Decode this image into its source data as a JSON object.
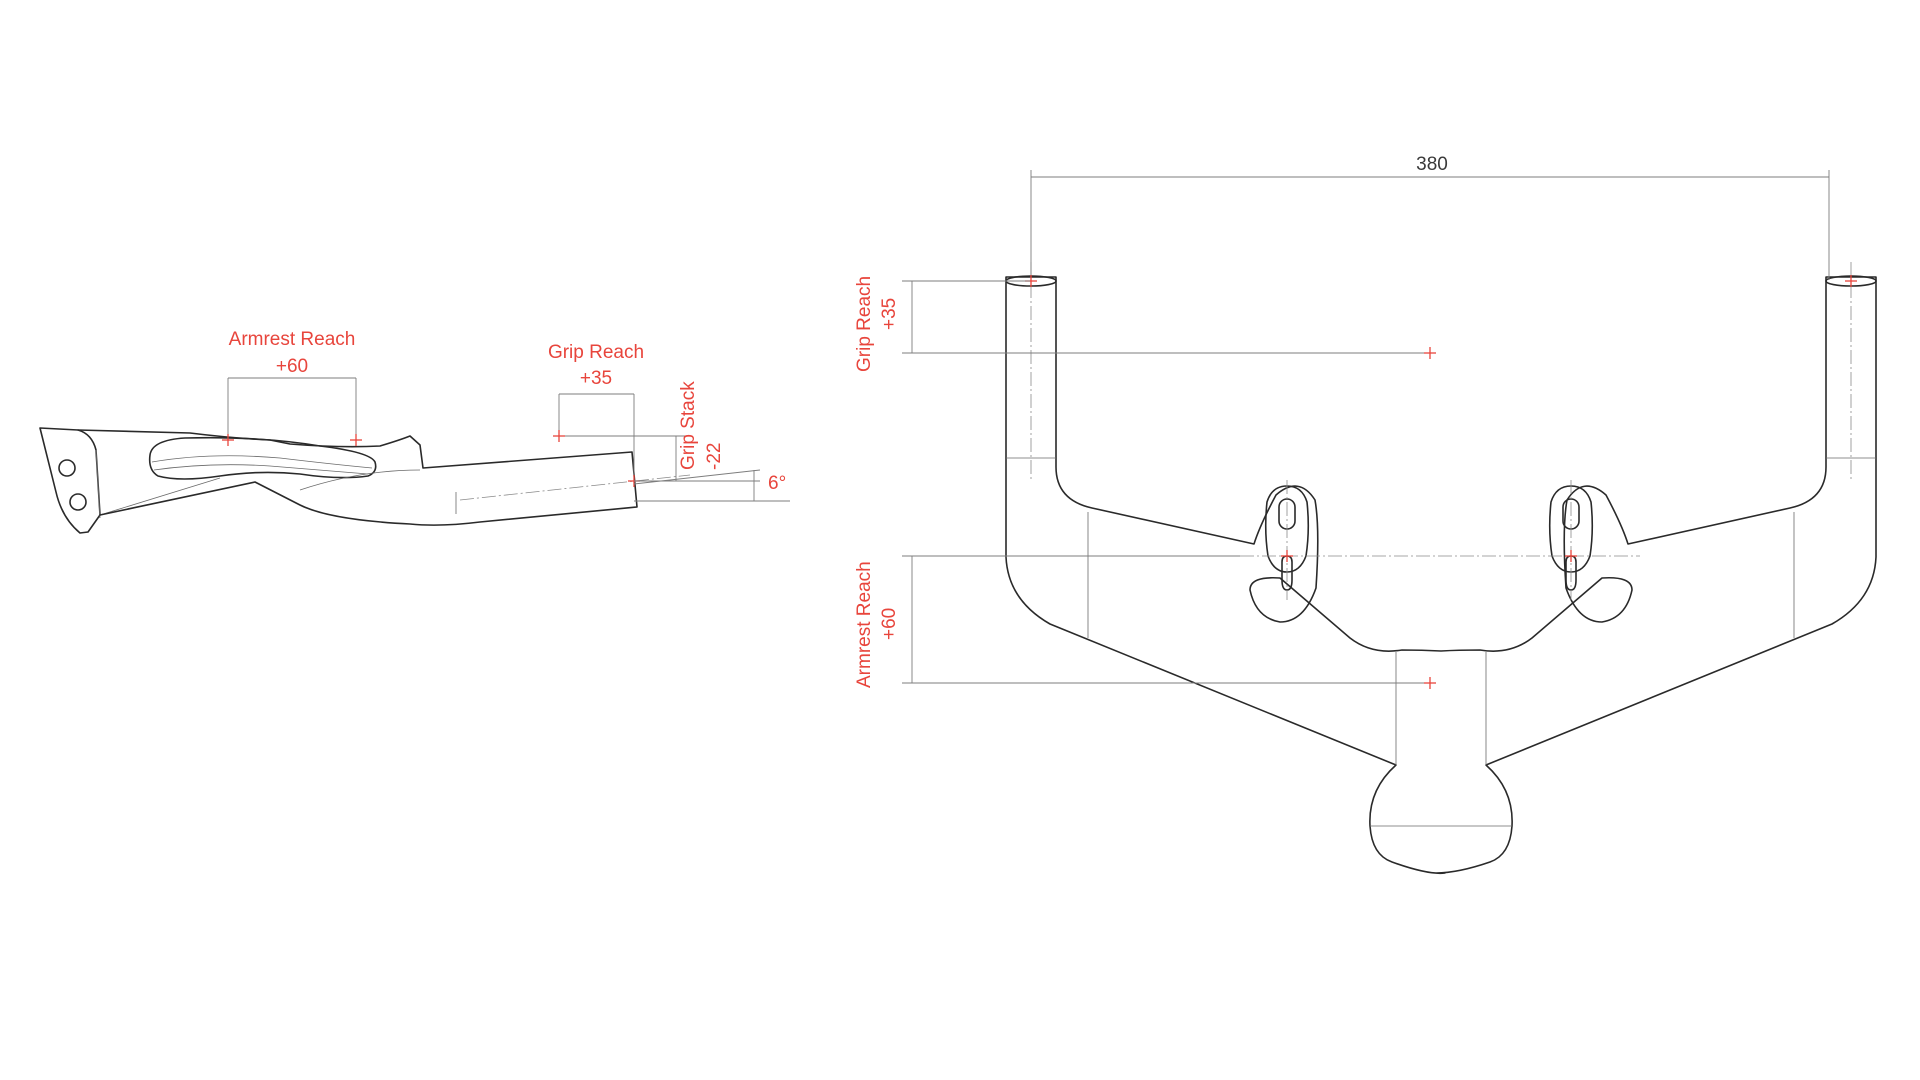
{
  "side_view": {
    "armrest_reach": {
      "title": "Armrest Reach",
      "value": "+60"
    },
    "grip_reach": {
      "title": "Grip Reach",
      "value": "+35"
    },
    "grip_stack": {
      "title": "Grip Stack",
      "value": "-22"
    },
    "angle": "6°"
  },
  "top_view": {
    "width": "380",
    "grip_reach": {
      "title": "Grip Reach",
      "value": "+35"
    },
    "armrest_reach": {
      "title": "Armrest Reach",
      "value": "+60"
    }
  },
  "colors": {
    "annotation": "#e8453c",
    "outline": "#2a2a2a",
    "dimension_line": "#7d7d7d"
  }
}
